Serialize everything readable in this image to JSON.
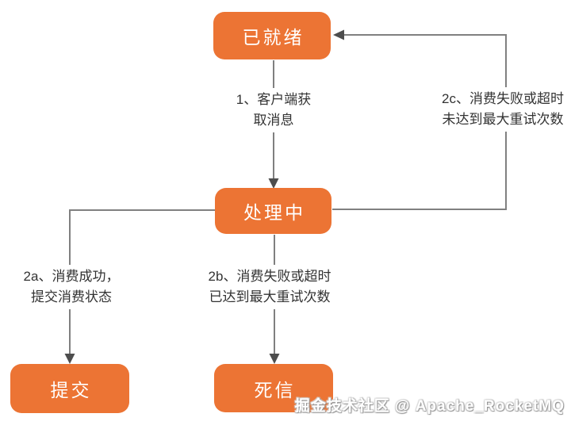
{
  "colors": {
    "background": "#FFFFFF",
    "node_fill": "#EC7434",
    "node_text": "#FFFFFF",
    "line": "#808080",
    "arrow": "#4D4D4D",
    "label_text": "#333333",
    "watermark_text": "#FFFFFF"
  },
  "nodes": {
    "ready": {
      "label": "已就绪"
    },
    "processing": {
      "label": "处理中"
    },
    "commit": {
      "label": "提交"
    },
    "dead_letter": {
      "label": "死信"
    }
  },
  "edges": {
    "fetch": {
      "from": "ready",
      "to": "processing",
      "label": "1、客户端获取消息",
      "label_lines": [
        "1、客户端获",
        "取消息"
      ]
    },
    "success": {
      "from": "processing",
      "to": "commit",
      "label": "2a、消费成功，提交消费状态",
      "label_lines": [
        "2a、消费成功，",
        "提交消费状态"
      ]
    },
    "fail_max": {
      "from": "processing",
      "to": "dead_letter",
      "label": "2b、消费失败或超时已达到最大重试次数",
      "label_lines": [
        "2b、消费失败或超时",
        "已达到最大重试次数"
      ]
    },
    "fail_retry": {
      "from": "processing",
      "to": "ready",
      "label": "2c、消费失败或超时未达到最大重试次数",
      "label_lines": [
        "2c、消费失败或超时",
        "未达到最大重试次数"
      ]
    }
  },
  "watermark": "掘金技术社区 @ Apache_RocketMQ"
}
